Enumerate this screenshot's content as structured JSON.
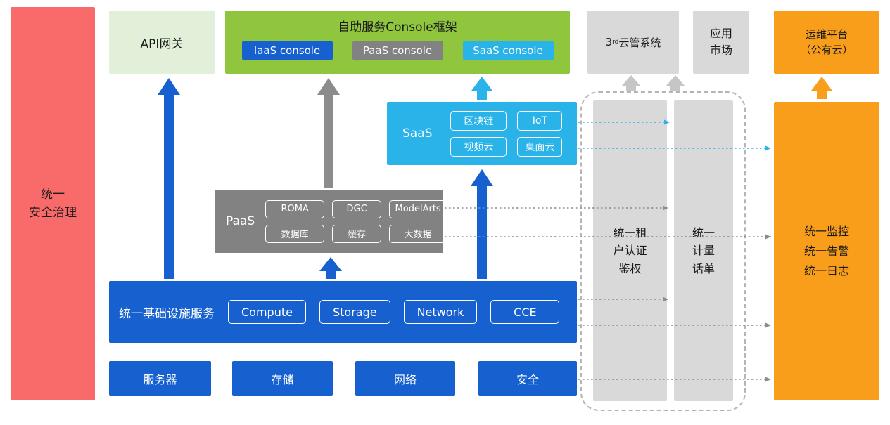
{
  "palette": {
    "red": "#f96b6b",
    "light_green": "#e2f0d9",
    "green": "#90c53e",
    "blue": "#1660cf",
    "gray": "#828282",
    "light_gray": "#d9d9d9",
    "cyan": "#29b3e8",
    "orange": "#f89e1b"
  },
  "security_bar": {
    "label": "统一\n安全治理"
  },
  "top_row": {
    "api_gateway": {
      "label": "API网关"
    },
    "console": {
      "title": "自助服务Console框架",
      "buttons": [
        {
          "label": "IaaS console"
        },
        {
          "label": "PaaS console"
        },
        {
          "label": "SaaS console"
        }
      ]
    },
    "third_party_cloud": {
      "num": "3",
      "sup": "rd",
      "label": "云管系统"
    },
    "app_market": {
      "label": "应用\n市场"
    },
    "om_platform": {
      "label": "运维平台\n（公有云）"
    }
  },
  "saas": {
    "label": "SaaS",
    "items": [
      "区块链",
      "IoT",
      "视频云",
      "桌面云"
    ]
  },
  "paas": {
    "label": "PaaS",
    "items": [
      "ROMA",
      "DGC",
      "ModelArts",
      "数据库",
      "缓存",
      "大数据"
    ]
  },
  "iaas": {
    "label": "统一基础设施服务",
    "items": [
      "Compute",
      "Storage",
      "Network",
      "CCE"
    ]
  },
  "resource_row": {
    "items": [
      "服务器",
      "存储",
      "网络",
      "安全"
    ]
  },
  "pillars": {
    "auth": {
      "label": "统一租\n户认证\n鉴权"
    },
    "billing": {
      "label": "统一\n计量\n话单"
    }
  },
  "monitoring": {
    "label": "统一监控\n统一告警\n统一日志"
  }
}
